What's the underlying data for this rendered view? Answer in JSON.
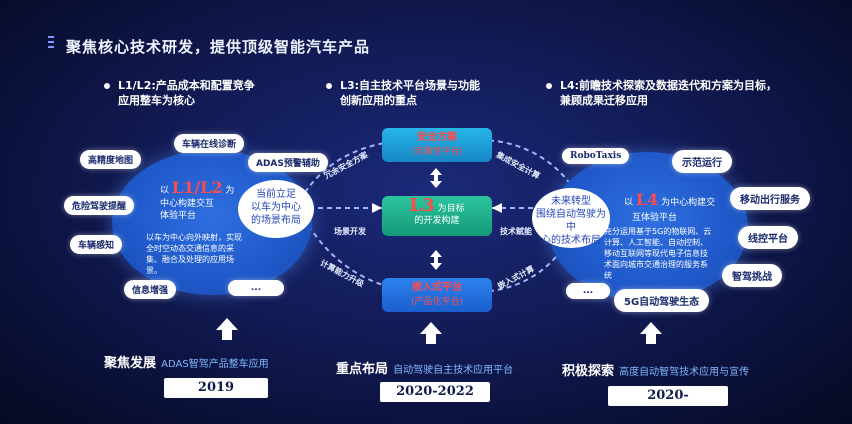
{
  "title": "聚焦核心技术研发，提供顶级智能汽车产品",
  "callouts": {
    "c1": "L1/L2:产品成本和配置竞争\n应用整车为核心",
    "c2": "L3:自主技术平台场景与功能\n创新应用的重点",
    "c3": "L4:前瞻技术探索及数据迭代和方案为目标，\n兼顾成果迁移应用"
  },
  "left": {
    "pills": [
      "车辆在线诊断",
      "高精度地图",
      "ADAS预警辅助",
      "危险驾驶提醒",
      "车辆感知",
      "信息增强",
      "..."
    ],
    "heading_prefix": "以",
    "heading_highlight": "L1/L2",
    "heading_suffix": "为",
    "sub": "中心构建交互\n体验平台",
    "body": "以车为中心向外映射，实现全时空动态交通信息的采集、融合及处理的应用场景。",
    "center": "当前立足\n以车为中心\n的场景布局"
  },
  "middle": {
    "top_box_title": "安全方案",
    "top_box_sub": "(可靠性平台)",
    "mid_box_highlight": "L3",
    "mid_box_text": "为目标",
    "mid_box_sub": "的开发构建",
    "bottom_box_title": "嵌入式平台",
    "bottom_box_sub": "(产品化平台)",
    "labels": [
      "冗余安全方案",
      "场景开发",
      "计算能力升级",
      "集成安全计算",
      "技术赋能",
      "嵌入式计算"
    ]
  },
  "right": {
    "pills": [
      "RoboTaxis",
      "示范运行",
      "移动出行服务",
      "线控平台",
      "智驾挑战",
      "5G自动驾驶生态",
      "..."
    ],
    "heading_prefix": "以",
    "heading_highlight": "L4",
    "heading_suffix": "为中心构建交",
    "sub": "互体验平台",
    "body": "充分运用基于5G的物联网、云计算、人工智能、自动控制、移动互联网等现代电子信息技术面向城市交通治理的服务系统",
    "center": "未来转型\n围绕自动驾驶为中\n心的技术布局"
  },
  "stages": [
    {
      "label": "聚焦发展",
      "sub": "ADAS智驾产品整车应用",
      "year": "2019"
    },
    {
      "label": "重点布局",
      "sub": "自动驾驶自主技术应用平台",
      "year": "2020-2022"
    },
    {
      "label": "积极探索",
      "sub": "高度自动智驾技术应用与宣传",
      "year": "2020-"
    }
  ],
  "colors": {
    "accent": "#ff4a4a",
    "circle": "#1f58c8",
    "box_top": "#1f9fd6",
    "box_mid": "#1fae8a",
    "box_bot": "#1f6fe0"
  }
}
